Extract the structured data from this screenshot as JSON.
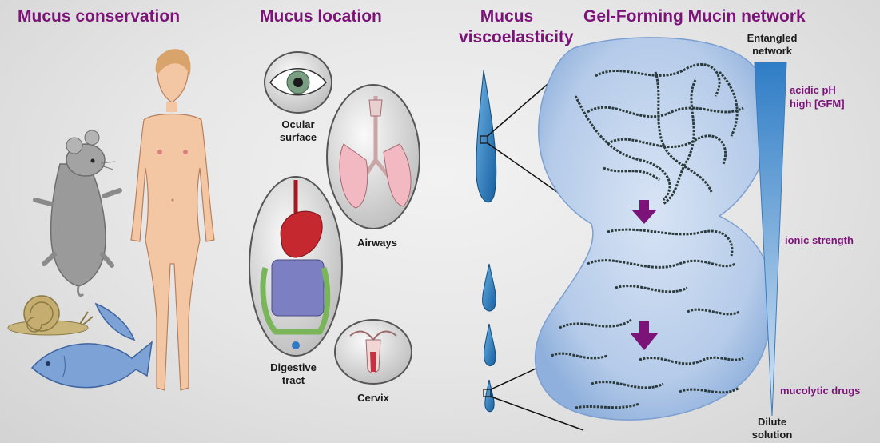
{
  "titles": {
    "conservation": "Mucus conservation",
    "location": "Mucus location",
    "viscoelasticity_line1": "Mucus",
    "viscoelasticity_line2": "viscoelasticity",
    "network": "Gel-Forming Mucin network"
  },
  "locations": {
    "ocular_line1": "Ocular",
    "ocular_line2": "surface",
    "airways": "Airways",
    "digestive_line1": "Digestive",
    "digestive_line2": "tract",
    "cervix": "Cervix"
  },
  "gradient": {
    "top_line1": "Entangled",
    "top_line2": "network",
    "bottom_line1": "Dilute",
    "bottom_line2": "solution",
    "factor1_line1": "acidic pH",
    "factor1_line2": "high [GFM]",
    "factor2": "ionic strength",
    "factor3": "mucolytic drugs"
  },
  "colors": {
    "title": "#7b1379",
    "arrow": "#7b1379",
    "drop": "#1f6fb0",
    "network_fill": "#b6ccea",
    "skin": "#f4c7a4"
  }
}
